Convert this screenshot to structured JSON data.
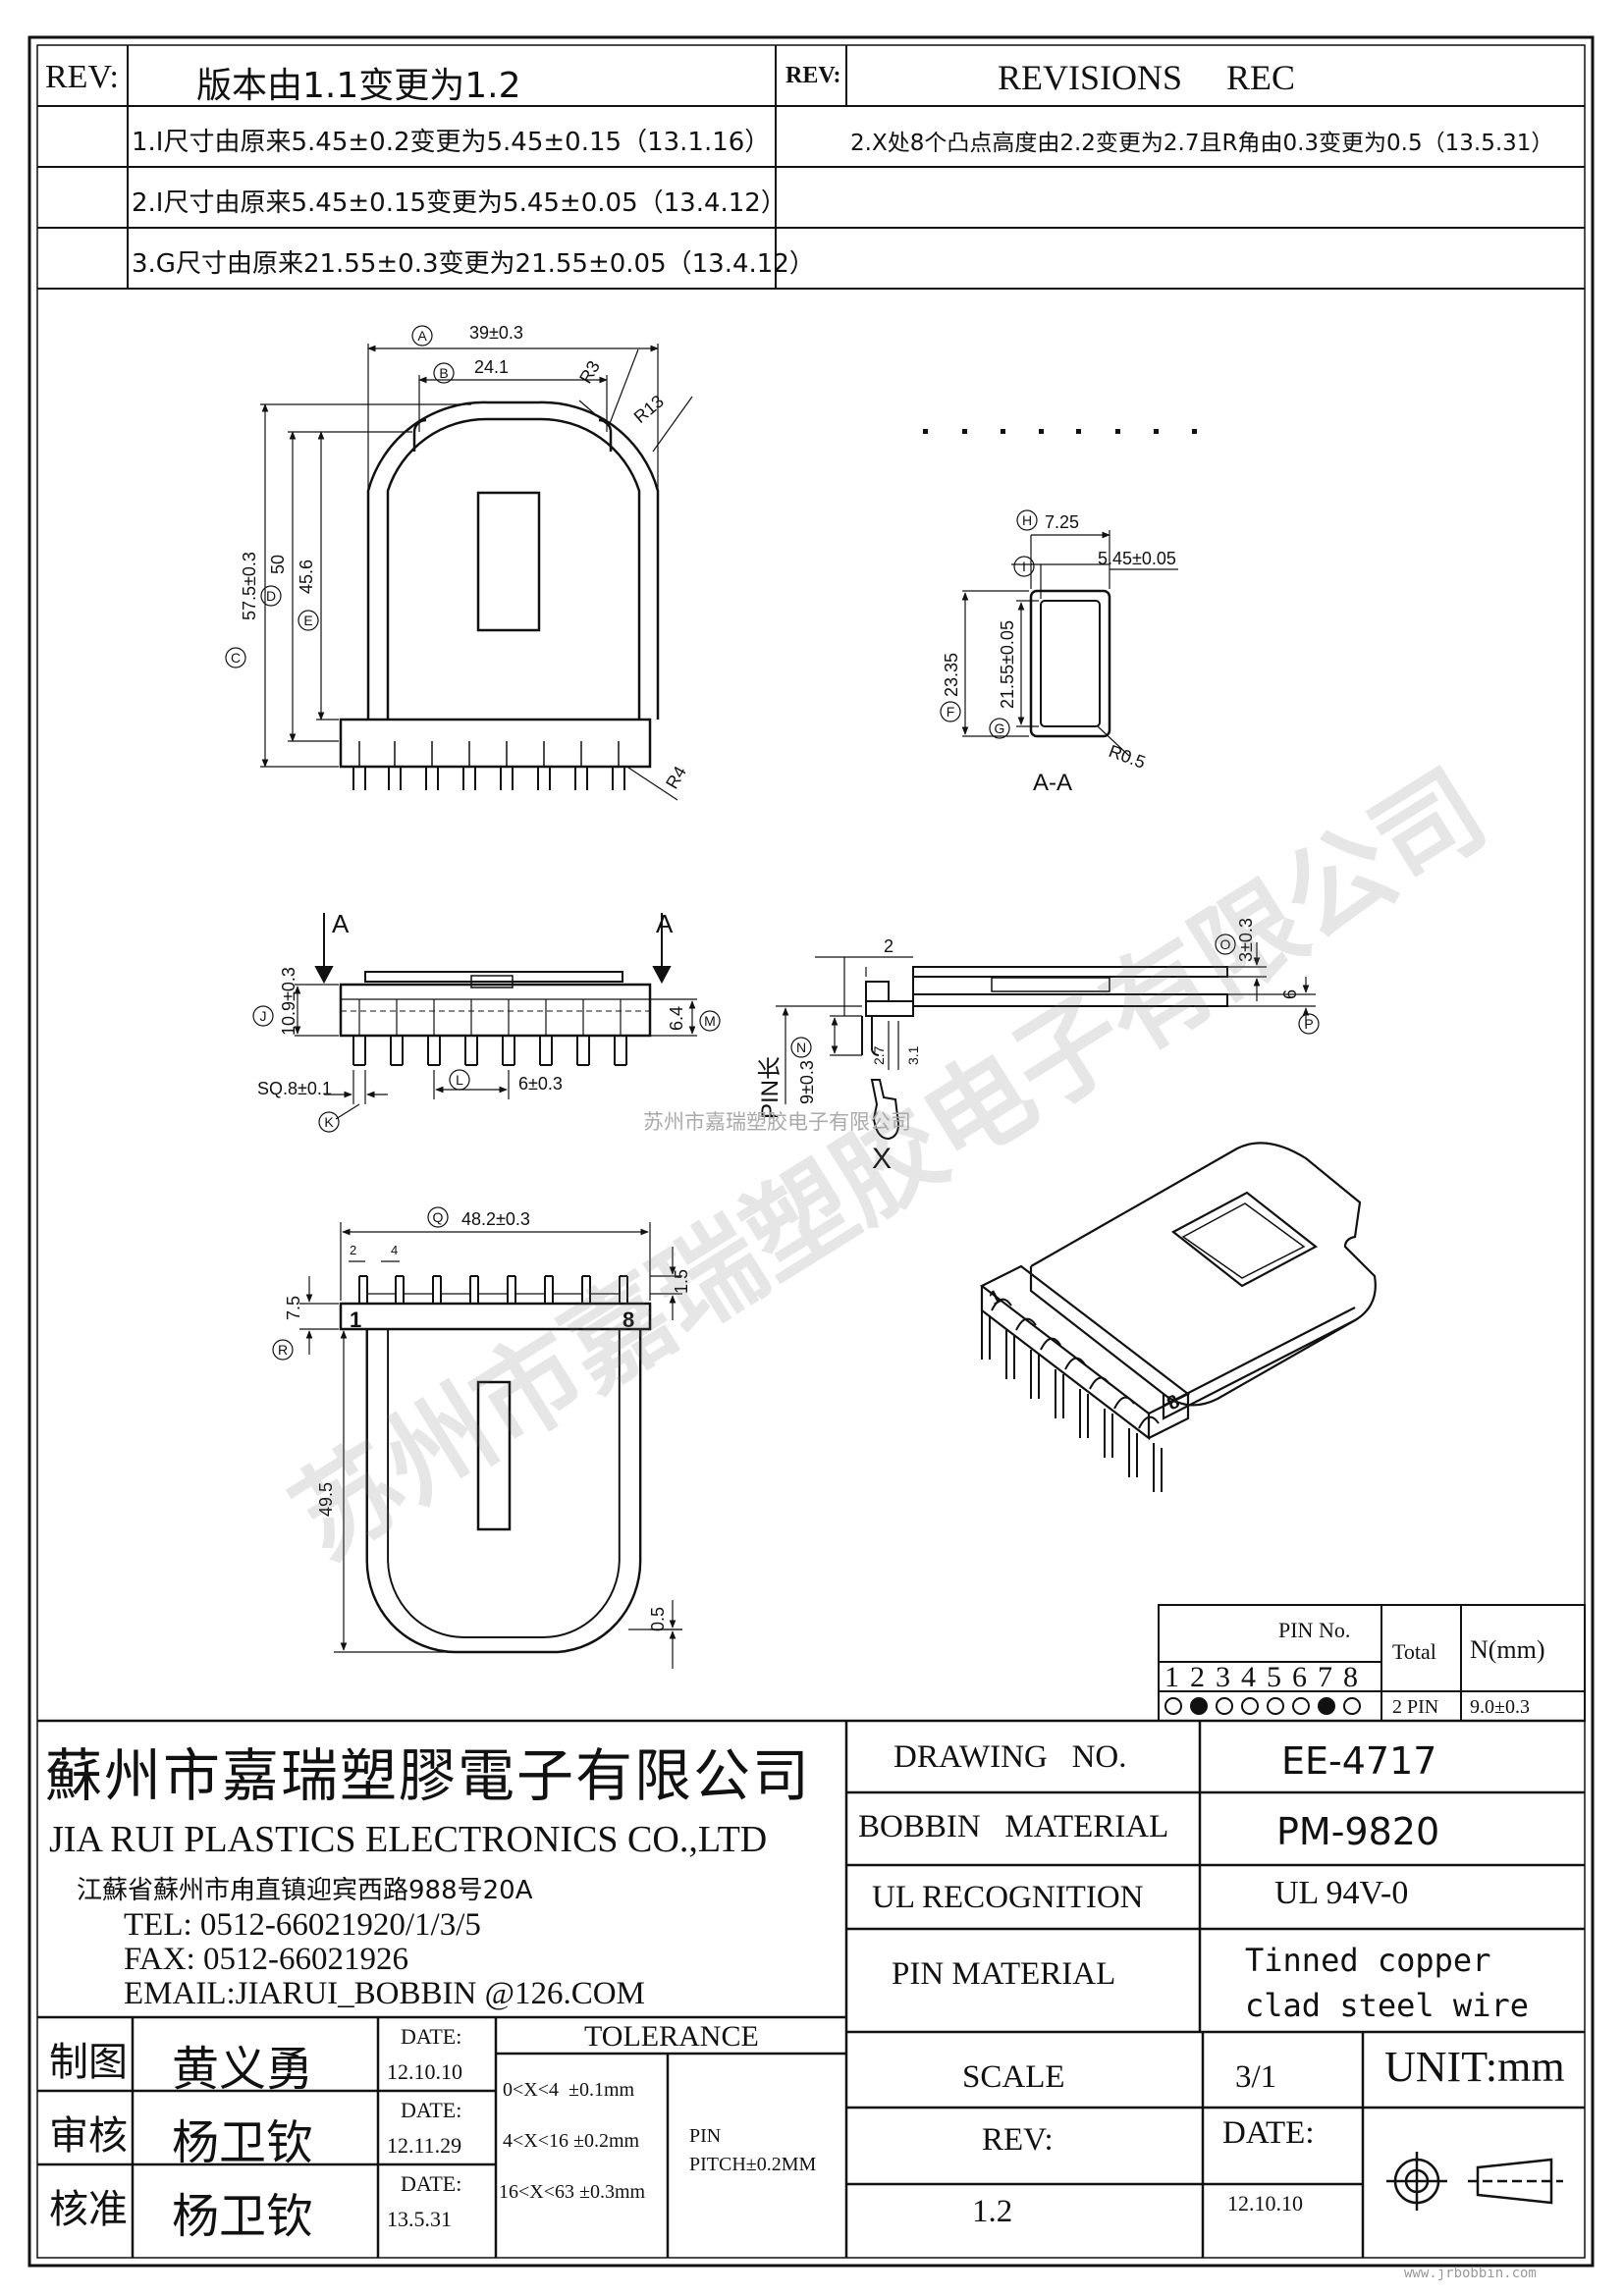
{
  "revision_header": {
    "rev_label_left": "REV:",
    "rev_title_left": "版本由1.1变更为1.2",
    "rev_label_right": "REV:",
    "rev_title_right": "REVISIONS     REC",
    "left_items": [
      "1.I尺寸由原来5.45±0.2变更为5.45±0.15（13.1.16）",
      "2.I尺寸由原来5.45±0.15变更为5.45±0.05（13.4.12）",
      "3.G尺寸由原来21.55±0.3变更为21.55±0.05（13.4.12）"
    ],
    "right_items": [
      "2.X处8个凸点高度由2.2变更为2.7且R角由0.3变更为0.5（13.5.31）"
    ]
  },
  "drawing_dims": {
    "top_view": {
      "a": "39±0.3",
      "b": "24.1",
      "r3": "R3",
      "r13": "R13",
      "c": "57.5±0.3",
      "d": "50",
      "e": "45.6",
      "r4": "R4",
      "labels": [
        "A",
        "B",
        "C",
        "D",
        "E"
      ]
    },
    "section": {
      "h": "7.25",
      "i": "5.45±0.05",
      "f": "23.35",
      "g": "21.55±0.05",
      "r": "R0.5",
      "title": "A-A",
      "labels": [
        "H",
        "I",
        "F",
        "G"
      ]
    },
    "front_view": {
      "j": "10.9±0.3",
      "m": "6.4",
      "k": "SQ.8±0.1",
      "l": "6±0.3",
      "section_mark": "A",
      "labels": [
        "J",
        "M",
        "K",
        "L"
      ]
    },
    "side_view": {
      "two": "2",
      "o": "3±0.3",
      "p": "6",
      "n": "9±0.3",
      "s1": "2.7",
      "s2": "3.1",
      "pin_len": "PIN长",
      "x_mark": "X",
      "labels": [
        "O",
        "P",
        "N"
      ]
    },
    "bottom_view": {
      "q": "48.2±0.3",
      "d2": "2",
      "d4": "4",
      "r": "7.5",
      "one_five": "1.5",
      "len": "49.5",
      "half": "0.5",
      "pin1": "1",
      "pin8": "8",
      "labels": [
        "Q",
        "R"
      ]
    },
    "iso_pin_labels": [
      "1",
      "8"
    ]
  },
  "watermark_text": "苏州市嘉瑞塑胶电子有限公司",
  "pin_table": {
    "header": "PIN No.",
    "total_label": "Total",
    "n_label": "N(mm)",
    "pins": [
      "1",
      "2",
      "3",
      "4",
      "5",
      "6",
      "7",
      "8"
    ],
    "filled": [
      false,
      true,
      false,
      false,
      false,
      false,
      true,
      false
    ],
    "total_value": "2 PIN",
    "n_value": "9.0±0.3"
  },
  "company": {
    "name_cn": "蘇州市嘉瑞塑膠電子有限公司",
    "name_en": "JIA RUI PLASTICS ELECTRONICS CO.,LTD",
    "address": "江蘇省蘇州市甪直镇迎宾西路988号20A",
    "tel": "TEL: 0512-66021920/1/3/5",
    "fax": "FAX: 0512-66021926",
    "email": "EMAIL:JIARUI_BOBBIN @126.COM"
  },
  "signoff": [
    {
      "role": "制图",
      "name": "黄义勇",
      "date_label": "DATE:",
      "date": "12.10.10"
    },
    {
      "role": "审核",
      "name": "杨卫钦",
      "date_label": "DATE:",
      "date": "12.11.29"
    },
    {
      "role": "核准",
      "name": "杨卫钦",
      "date_label": "DATE:",
      "date": "13.5.31"
    }
  ],
  "tolerance": {
    "title": "TOLERANCE",
    "rows": [
      "0<X<4  ±0.1mm",
      "4<X<16 ±0.2mm",
      "16<X<63 ±0.3mm"
    ],
    "pin_label": "PIN",
    "pitch": "PITCH±0.2MM"
  },
  "spec": {
    "drawing_no_label": "DRAWING   NO.",
    "drawing_no": "EE-4717",
    "material_label": "BOBBIN   MATERIAL",
    "material": "PM-9820",
    "ul_label": "UL RECOGNITION",
    "ul": "UL 94V-0",
    "pin_mat_label": "PIN MATERIAL",
    "pin_mat_1": "Tinned copper",
    "pin_mat_2": "clad steel wire",
    "scale_label": "SCALE",
    "scale": "3/1",
    "unit": "UNIT:mm",
    "rev_label": "REV:",
    "rev": "1.2",
    "date_label": "DATE:",
    "date": "12.10.10"
  },
  "footer_url": "www.jrbobbin.com"
}
